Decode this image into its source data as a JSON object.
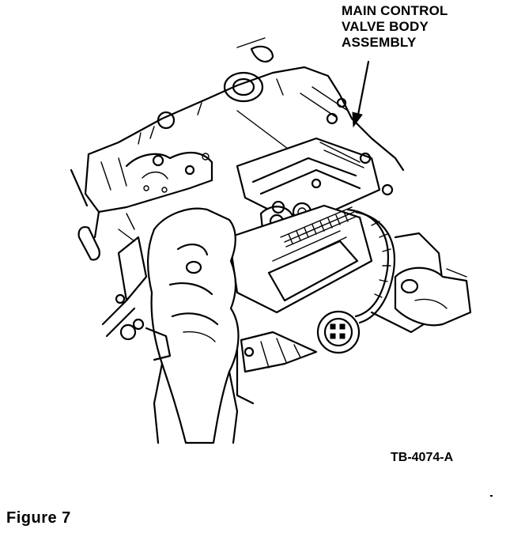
{
  "callout": {
    "line1": "MAIN CONTROL",
    "line2": "VALVE BODY",
    "line3": "ASSEMBLY"
  },
  "reference_code": "TB-4074-A",
  "caption": "Figure 7"
}
